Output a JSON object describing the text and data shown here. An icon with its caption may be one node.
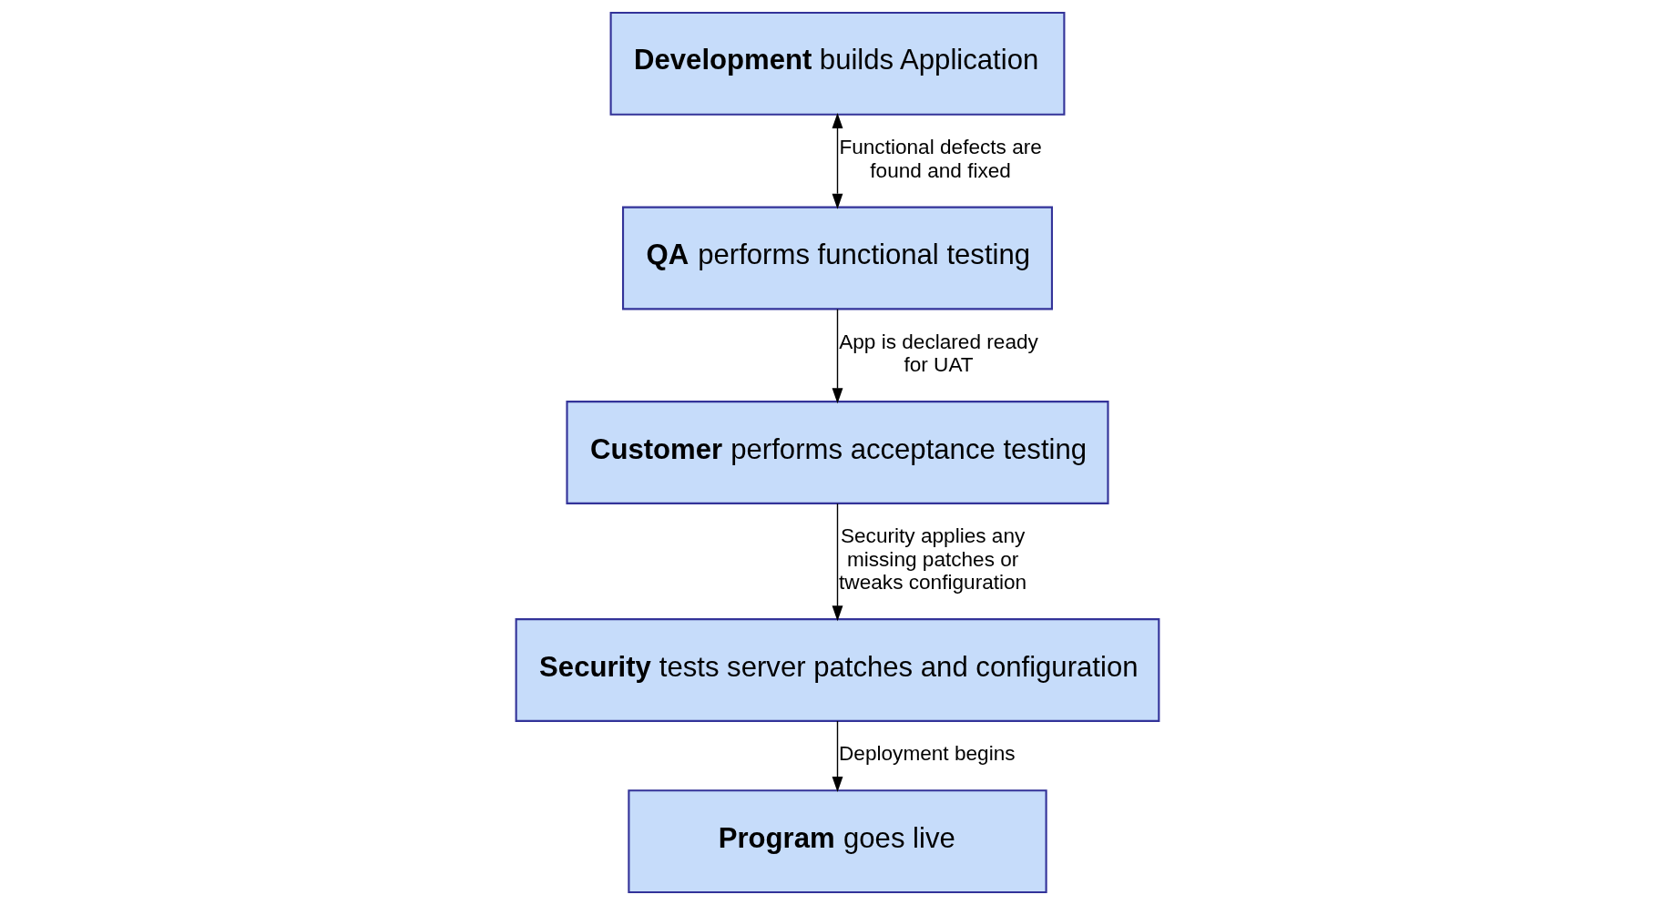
{
  "diagram": {
    "nodes": [
      {
        "text": [
          "**Development** builds Application"
        ]
      },
      {
        "text": [
          "**QA** performs functional testing"
        ]
      },
      {
        "text": [
          "**Customer** performs acceptance testing"
        ]
      },
      {
        "text": [
          "**Security** tests server patches and configuration"
        ]
      },
      {
        "text": [
          "**Program** goes live"
        ]
      }
    ],
    "edges": [
      {
        "from": 0,
        "to": 1,
        "arrow": "both",
        "label": "Functional defects are found and fixed"
      },
      {
        "from": 1,
        "to": 2,
        "arrow": "to",
        "label": "App is declared ready for UAT"
      },
      {
        "from": 2,
        "to": 3,
        "arrow": "to",
        "label": "Security applies any missing patches or tweaks configuration"
      },
      {
        "from": 3,
        "to": 4,
        "arrow": "to",
        "label": "Deployment begins"
      }
    ]
  }
}
